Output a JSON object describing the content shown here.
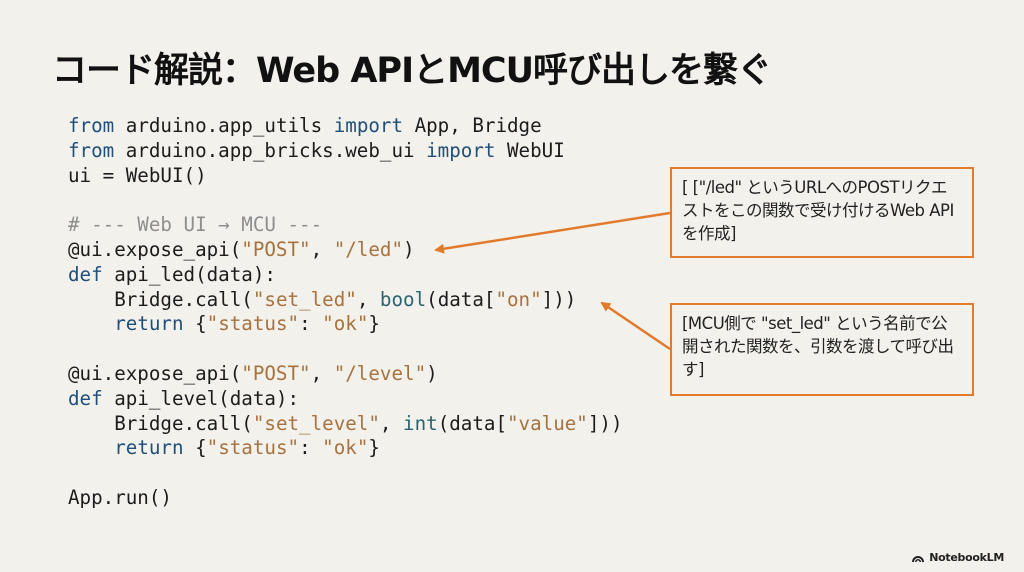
{
  "slide": {
    "title": "コード解説：Web APIとMCU呼び出しを繋ぐ",
    "code_lines": [
      [
        {
          "t": "from",
          "c": "kw"
        },
        {
          "t": " arduino.app_utils ",
          "c": ""
        },
        {
          "t": "import",
          "c": "kw"
        },
        {
          "t": " App, Bridge",
          "c": ""
        }
      ],
      [
        {
          "t": "from",
          "c": "kw"
        },
        {
          "t": " arduino.app_bricks.web_ui ",
          "c": ""
        },
        {
          "t": "import",
          "c": "kw"
        },
        {
          "t": " WebUI",
          "c": ""
        }
      ],
      [
        {
          "t": "ui = WebUI()",
          "c": ""
        }
      ],
      [],
      [
        {
          "t": "# --- Web UI → MCU ---",
          "c": "cm"
        }
      ],
      [
        {
          "t": "@ui.expose_api(",
          "c": ""
        },
        {
          "t": "\"POST\"",
          "c": "str"
        },
        {
          "t": ", ",
          "c": ""
        },
        {
          "t": "\"/led\"",
          "c": "str"
        },
        {
          "t": ")",
          "c": ""
        }
      ],
      [
        {
          "t": "def",
          "c": "kw"
        },
        {
          "t": " api_led(data):",
          "c": ""
        }
      ],
      [
        {
          "t": "    Bridge.call(",
          "c": ""
        },
        {
          "t": "\"set_led\"",
          "c": "str"
        },
        {
          "t": ", ",
          "c": ""
        },
        {
          "t": "bool",
          "c": "bi"
        },
        {
          "t": "(data[",
          "c": ""
        },
        {
          "t": "\"on\"",
          "c": "str"
        },
        {
          "t": "]))",
          "c": ""
        }
      ],
      [
        {
          "t": "    ",
          "c": ""
        },
        {
          "t": "return",
          "c": "kw"
        },
        {
          "t": " {",
          "c": ""
        },
        {
          "t": "\"status\"",
          "c": "str"
        },
        {
          "t": ": ",
          "c": ""
        },
        {
          "t": "\"ok\"",
          "c": "str"
        },
        {
          "t": "}",
          "c": ""
        }
      ],
      [],
      [
        {
          "t": "@ui.expose_api(",
          "c": ""
        },
        {
          "t": "\"POST\"",
          "c": "str"
        },
        {
          "t": ", ",
          "c": ""
        },
        {
          "t": "\"/level\"",
          "c": "str"
        },
        {
          "t": ")",
          "c": ""
        }
      ],
      [
        {
          "t": "def",
          "c": "kw"
        },
        {
          "t": " api_level(data):",
          "c": ""
        }
      ],
      [
        {
          "t": "    Bridge.call(",
          "c": ""
        },
        {
          "t": "\"set_level\"",
          "c": "str"
        },
        {
          "t": ", ",
          "c": ""
        },
        {
          "t": "int",
          "c": "bi"
        },
        {
          "t": "(data[",
          "c": ""
        },
        {
          "t": "\"value\"",
          "c": "str"
        },
        {
          "t": "]))",
          "c": ""
        }
      ],
      [
        {
          "t": "    ",
          "c": ""
        },
        {
          "t": "return",
          "c": "kw"
        },
        {
          "t": " {",
          "c": ""
        },
        {
          "t": "\"status\"",
          "c": "str"
        },
        {
          "t": ": ",
          "c": ""
        },
        {
          "t": "\"ok\"",
          "c": "str"
        },
        {
          "t": "}",
          "c": ""
        }
      ],
      [],
      [
        {
          "t": "App.run()",
          "c": ""
        }
      ]
    ],
    "callouts": [
      {
        "text": "[ [\"/led\" というURLへのPOSTリクエストをこの関数で受け付けるWeb APIを作成]"
      },
      {
        "text": "[MCU側で \"set_led\" という名前で公開された関数を、引数を渡して呼び出す]"
      }
    ],
    "brand": {
      "label": "NotebookLM",
      "icon": "notebooklm-logo-icon"
    },
    "colors": {
      "background": "#f2f1ec",
      "accent": "#e27a2c",
      "keyword": "#1f4f7a",
      "string": "#a8723e",
      "comment": "#8e8e8e"
    }
  }
}
